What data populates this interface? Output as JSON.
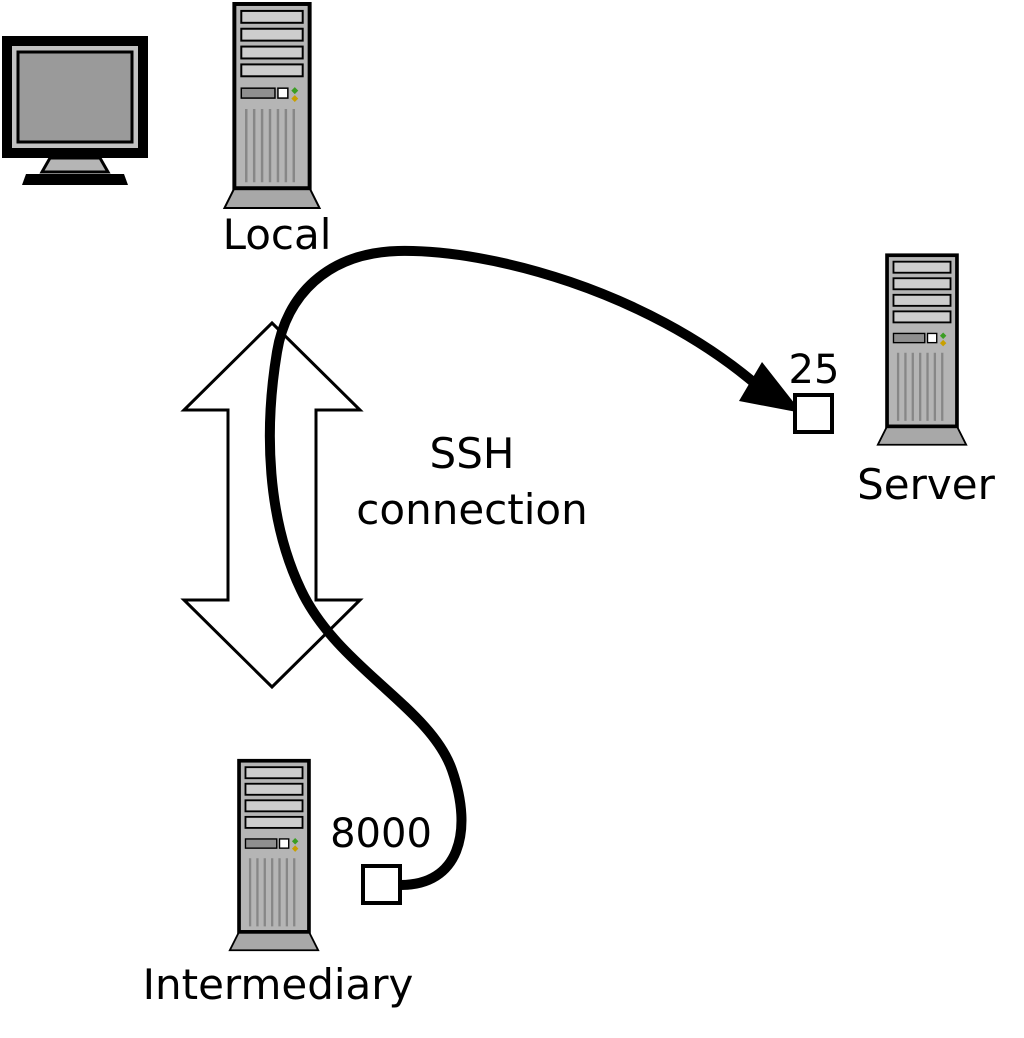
{
  "diagram": {
    "nodes": {
      "local": {
        "label": "Local",
        "icon": "computer-tower-icon"
      },
      "server": {
        "label": "Server",
        "port": "25",
        "icon": "computer-tower-icon"
      },
      "intermediary": {
        "label": "Intermediary",
        "port": "8000",
        "icon": "computer-tower-icon"
      }
    },
    "tunnel": {
      "label": "SSH\nconnection"
    },
    "icons": [
      "monitor-icon",
      "computer-tower-icon",
      "double-arrow-icon",
      "forwarded-connection-arrow"
    ],
    "colors": {
      "line": "#000000",
      "tower_body": "#b5b5b5",
      "tower_slot": "#cdcdcd",
      "tower_base": "#a8a8a8",
      "monitor_screen": "#9a9a9a",
      "port_box_fill": "#ffffff",
      "led_green": "#3a9d23",
      "led_amber": "#c8a000"
    }
  }
}
